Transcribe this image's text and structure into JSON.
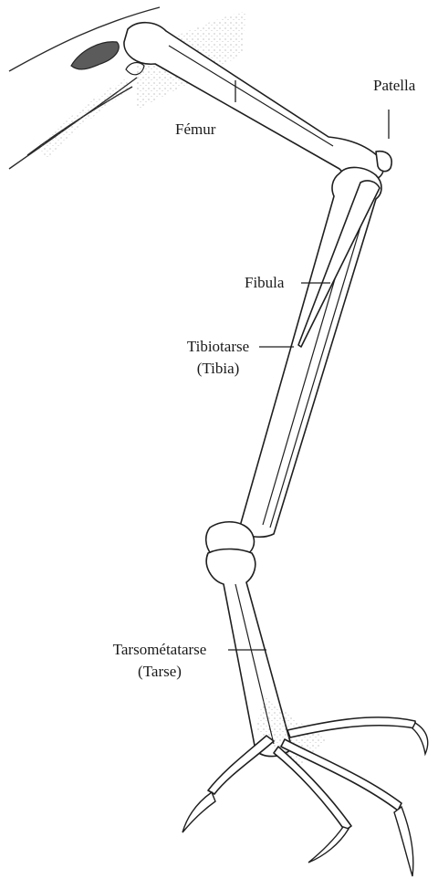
{
  "labels": {
    "femur": "Fémur",
    "patella": "Patella",
    "fibula": "Fibula",
    "tibiotarse": "Tibiotarse",
    "tibia": "(Tibia)",
    "tarsometatarse": "Tarsométatarse",
    "tarse": "(Tarse)"
  }
}
